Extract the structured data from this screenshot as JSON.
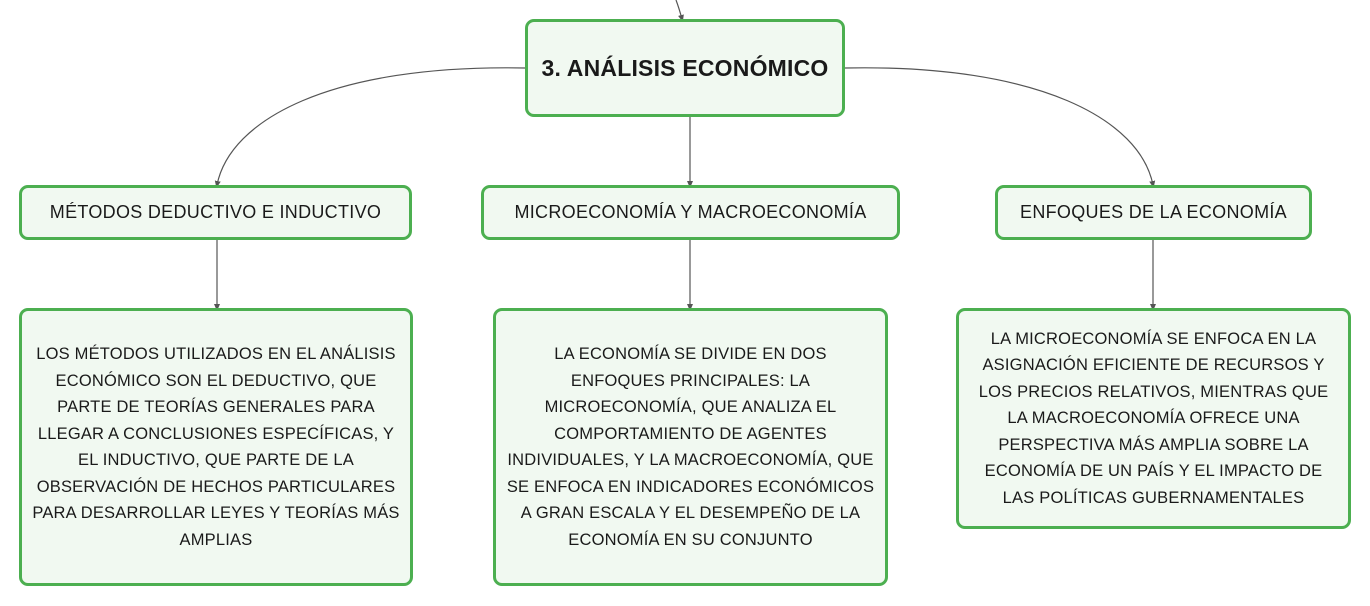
{
  "colors": {
    "node_border": "#4caf50",
    "node_fill": "#f1f9f1",
    "connector": "#555555"
  },
  "root": {
    "label": "3. ANÁLISIS ECONÓMICO"
  },
  "topics": [
    {
      "label": "MÉTODOS DEDUCTIVO E INDUCTIVO",
      "detail": "LOS MÉTODOS UTILIZADOS EN EL ANÁLISIS ECONÓMICO SON EL DEDUCTIVO, QUE PARTE DE TEORÍAS GENERALES PARA LLEGAR A CONCLUSIONES ESPECÍFICAS, Y EL INDUCTIVO, QUE PARTE DE LA OBSERVACIÓN DE HECHOS PARTICULARES PARA DESARROLLAR LEYES Y TEORÍAS MÁS AMPLIAS"
    },
    {
      "label": "MICROECONOMÍA Y MACROECONOMÍA",
      "detail": "LA ECONOMÍA SE DIVIDE EN DOS ENFOQUES PRINCIPALES: LA MICROECONOMÍA, QUE ANALIZA EL COMPORTAMIENTO DE AGENTES INDIVIDUALES, Y LA MACROECONOMÍA, QUE SE ENFOCA EN INDICADORES ECONÓMICOS A GRAN ESCALA Y EL DESEMPEÑO DE LA ECONOMÍA EN SU CONJUNTO"
    },
    {
      "label": "ENFOQUES DE LA ECONOMÍA",
      "detail": "LA MICROECONOMÍA SE ENFOCA EN LA ASIGNACIÓN EFICIENTE DE RECURSOS Y LOS PRECIOS RELATIVOS, MIENTRAS QUE LA MACROECONOMÍA OFRECE UNA PERSPECTIVA MÁS AMPLIA SOBRE LA ECONOMÍA DE UN PAÍS Y EL IMPACTO DE LAS POLÍTICAS GUBERNAMENTALES"
    }
  ]
}
